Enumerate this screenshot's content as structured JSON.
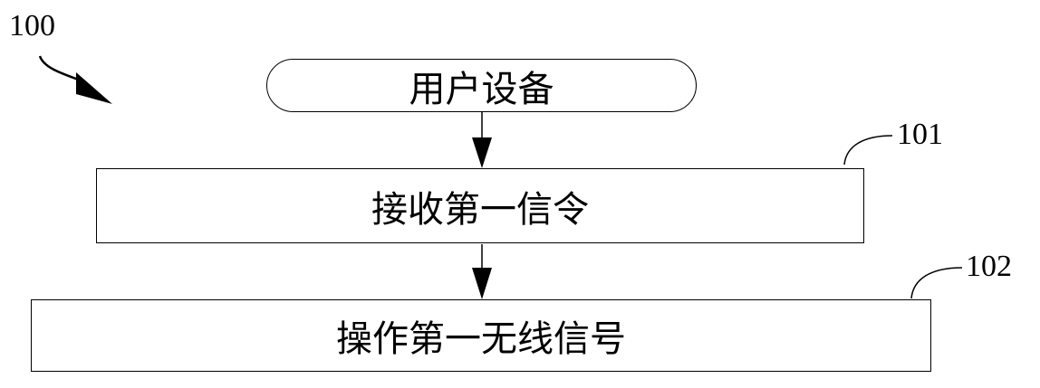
{
  "diagram": {
    "figure_ref": "100",
    "nodes": [
      {
        "id": "start",
        "label": "用户设备"
      },
      {
        "id": "step1",
        "label": "接收第一信令",
        "ref": "101"
      },
      {
        "id": "step2",
        "label": "操作第一无线信号",
        "ref": "102"
      }
    ]
  }
}
